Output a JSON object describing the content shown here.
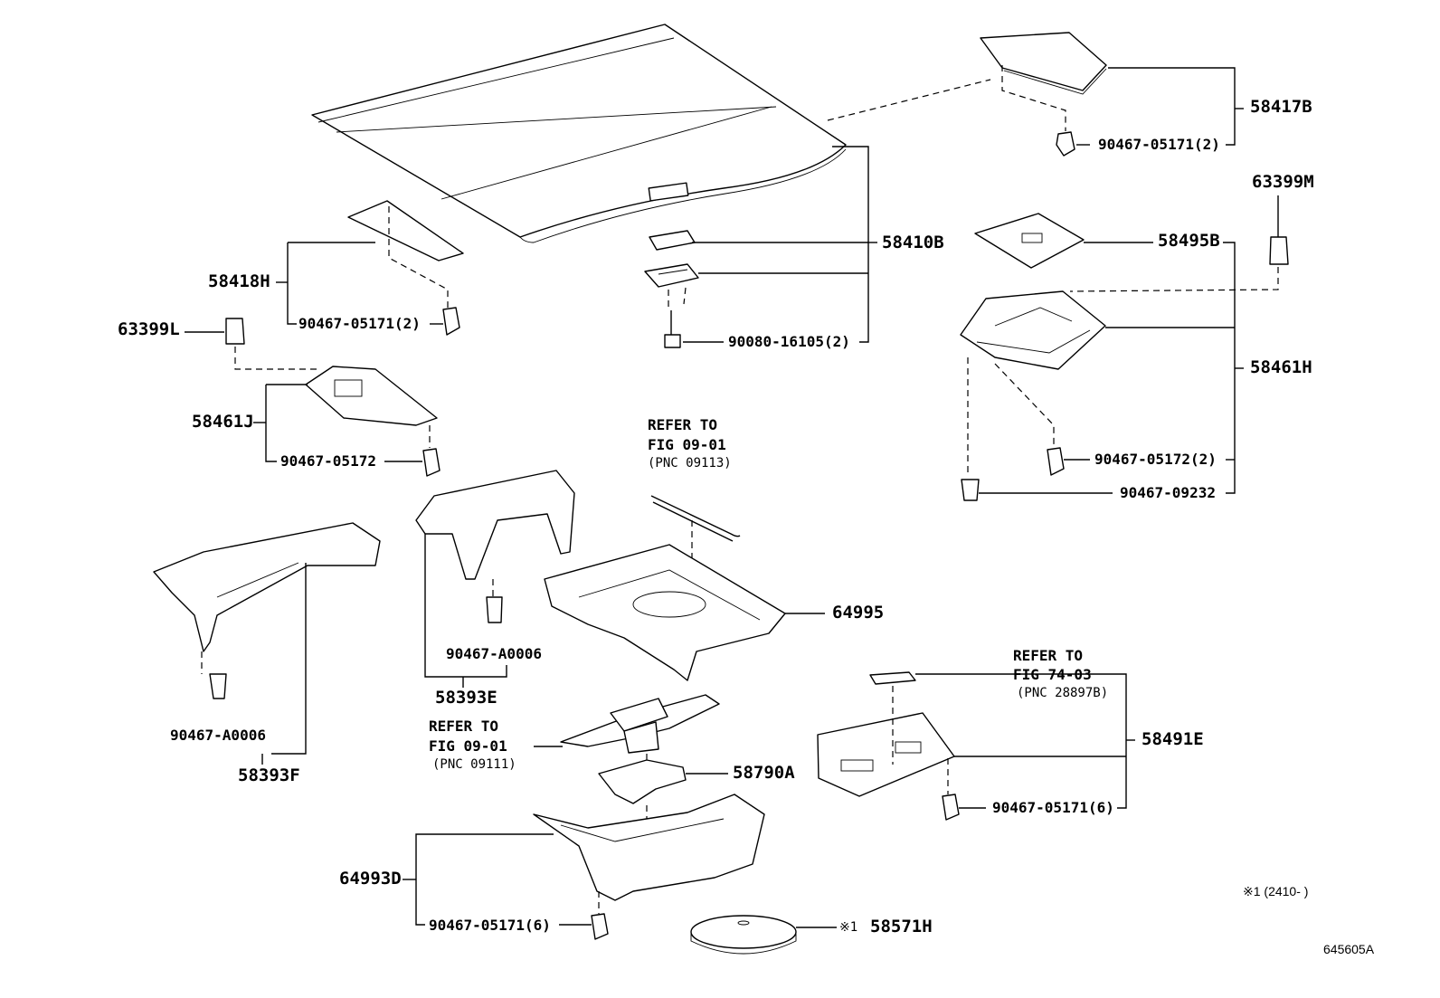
{
  "labels": {
    "p58417B": "58417B",
    "p58417B_clip": "90467-05171(2)",
    "p63399M": "63399M",
    "p58410B": "58410B",
    "p58495B": "58495B",
    "p58418H": "58418H",
    "p58418H_clip": "90467-05171(2)",
    "p90080": "90080-16105(2)",
    "p63399L": "63399L",
    "p58461J": "58461J",
    "p58461J_clip": "90467-05172",
    "p58461H": "58461H",
    "p58461H_clip1": "90467-05172(2)",
    "p58461H_clip2": "90467-09232",
    "p64995": "64995",
    "p58393E": "58393E",
    "p58393E_clip": "90467-A0006",
    "p58393F": "58393F",
    "p58393F_clip": "90467-A0006",
    "p58491E": "58491E",
    "p58491E_clip": "90467-05171(6)",
    "p58790A": "58790A",
    "p64993D": "64993D",
    "p64993D_clip": "90467-05171(6)",
    "p58571H": "58571H",
    "mark": "※1"
  },
  "refs": {
    "jack_rod": {
      "line1": "REFER TO",
      "line2": "FIG 09-01",
      "line3": "(PNC 09113)"
    },
    "jack": {
      "line1": "REFER TO",
      "line2": "FIG 09-01",
      "line3": "(PNC 09111)"
    },
    "mat": {
      "line1": "REFER TO",
      "line2": "FIG 74-03",
      "line3": "(PNC 28897B)"
    }
  },
  "footer": {
    "note": "※1 (2410-      )",
    "figure_id": "645605A"
  }
}
